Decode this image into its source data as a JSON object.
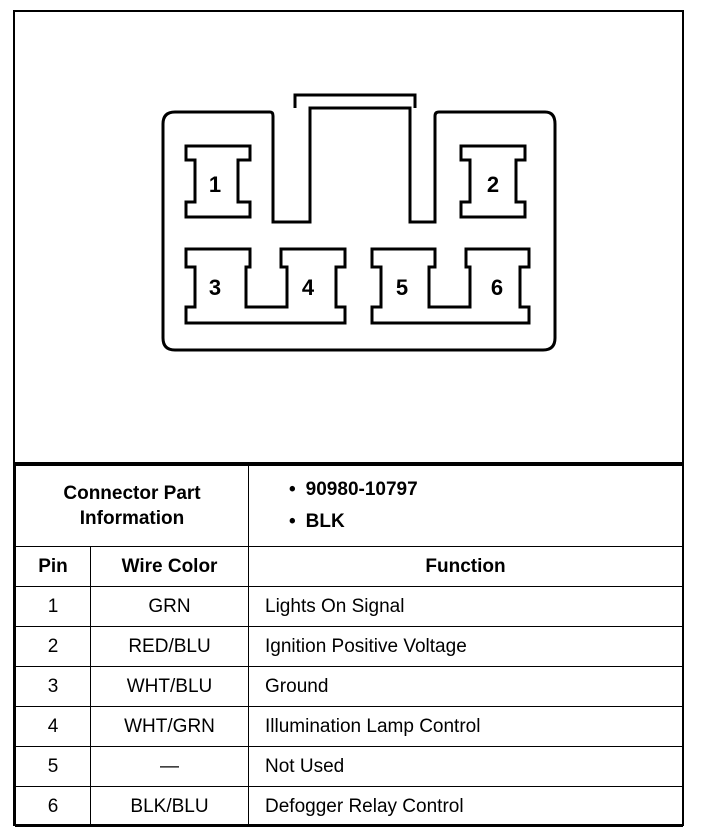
{
  "connector": {
    "pins": [
      {
        "label": "1"
      },
      {
        "label": "2"
      },
      {
        "label": "3"
      },
      {
        "label": "4"
      },
      {
        "label": "5"
      },
      {
        "label": "6"
      }
    ]
  },
  "part_info": {
    "label": "Connector Part Information",
    "values": [
      "90980-10797",
      "BLK"
    ]
  },
  "table": {
    "headers": {
      "pin": "Pin",
      "wire_color": "Wire Color",
      "function": "Function"
    },
    "rows": [
      {
        "pin": "1",
        "wire_color": "GRN",
        "function": "Lights On Signal"
      },
      {
        "pin": "2",
        "wire_color": "RED/BLU",
        "function": "Ignition Positive Voltage"
      },
      {
        "pin": "3",
        "wire_color": "WHT/BLU",
        "function": "Ground"
      },
      {
        "pin": "4",
        "wire_color": "WHT/GRN",
        "function": "Illumination Lamp Control"
      },
      {
        "pin": "5",
        "wire_color": "—",
        "function": "Not Used"
      },
      {
        "pin": "6",
        "wire_color": "BLK/BLU",
        "function": "Defogger Relay Control"
      }
    ]
  }
}
